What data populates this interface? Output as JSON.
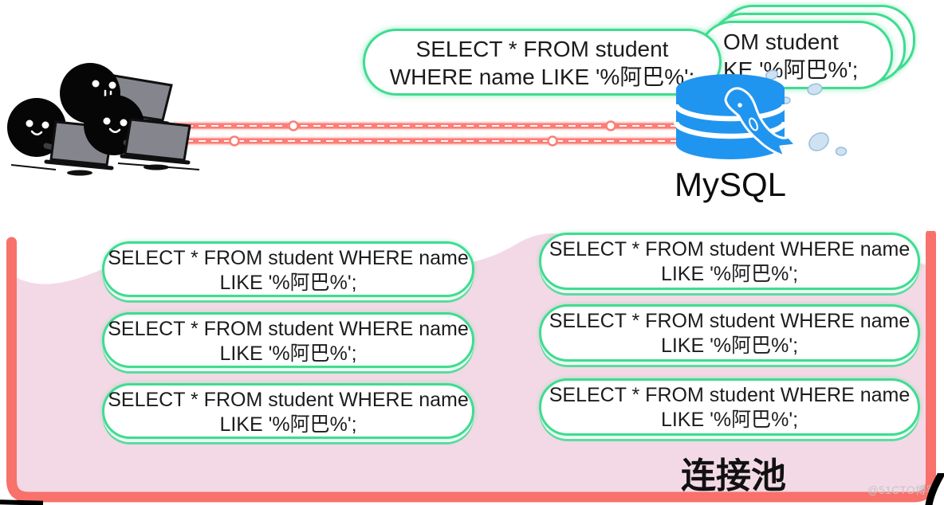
{
  "scene": {
    "top": {
      "front_bubble": {
        "line1": "SELECT * FROM student",
        "line2": "WHERE name LIKE '%阿巴%';"
      },
      "back_bubble": {
        "line1": "OM student",
        "line2": "KE '%阿巴%';"
      },
      "database_label": "MySQL"
    },
    "pool": {
      "label": "连接池",
      "bubbles": [
        {
          "line1": "SELECT * FROM student",
          "line2": "WHERE name LIKE '%阿巴%';"
        },
        {
          "line1": "SELECT * FROM student",
          "line2": "WHERE name LIKE '%阿巴%';"
        },
        {
          "line1": "SELECT * FROM student",
          "line2": "WHERE name LIKE '%阿巴%';"
        },
        {
          "line1": "SELECT * FROM student",
          "line2": "WHERE name LIKE '%阿巴%';"
        },
        {
          "line1": "SELECT * FROM student",
          "line2": "WHERE name LIKE '%阿巴%';"
        },
        {
          "line1": "SELECT * FROM student",
          "line2": "WHERE name LIKE '%阿巴%';"
        }
      ]
    },
    "watermark": "@51CTO博客",
    "icons": {
      "clients": "client-group-illustration",
      "laptop": "laptop-icon",
      "connection": "connection-line",
      "packet": "packet-node-icon",
      "database": "mysql-database-cylinder-icon",
      "dolphin": "dolphin-icon",
      "droplet": "water-droplet-icon"
    },
    "colors": {
      "bubble_border_green": "#3fdc90",
      "pool_border_salmon": "#f8716b",
      "pool_fill_pink": "#f3d9e6",
      "connection_line_salmon": "#f97e77",
      "database_blue": "#2095f0",
      "droplet_blue": "#cfe2f2",
      "text_black": "#1c1c1c",
      "watermark_gray": "#c6c4c7"
    }
  }
}
